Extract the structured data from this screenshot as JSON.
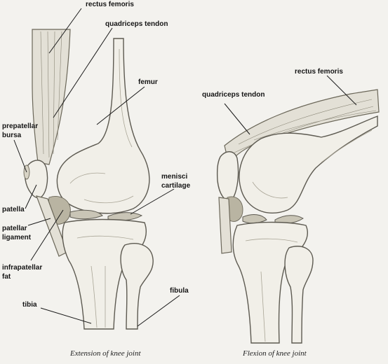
{
  "labels": {
    "rectus_femoris_left": "rectus femoris",
    "quadriceps_tendon_left": "quadriceps tendon",
    "femur": "femur",
    "prepatellar_bursa_1": "prepatellar",
    "prepatellar_bursa_2": "bursa",
    "menisci_1": "menisci",
    "menisci_2": "cartilage",
    "patella": "patella",
    "patellar_ligament_1": "patellar",
    "patellar_ligament_2": "ligament",
    "infrapatellar_fat_1": "infrapatellar",
    "infrapatellar_fat_2": "fat",
    "tibia": "tibia",
    "fibula": "fibula",
    "rectus_femoris_right": "rectus femoris",
    "quadriceps_tendon_right": "quadriceps tendon"
  },
  "captions": {
    "extension": "Extension of knee joint",
    "flexion": "Flexion of knee joint"
  }
}
